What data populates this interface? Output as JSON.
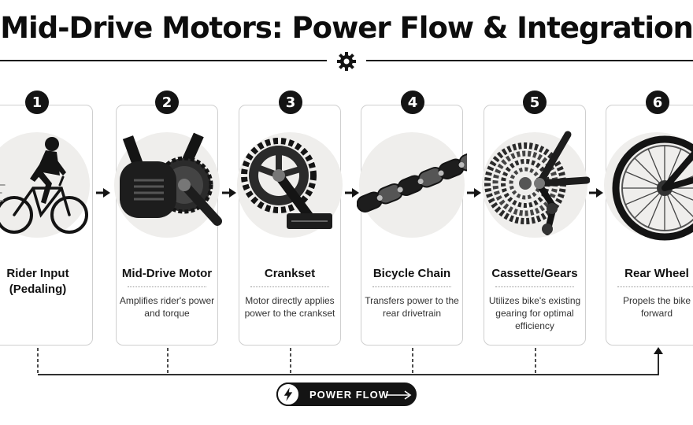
{
  "title": "Mid-Drive Motors: Power Flow & Integration",
  "steps": [
    {
      "number": "1",
      "title": "Rider Input (Pedaling)",
      "description": ""
    },
    {
      "number": "2",
      "title": "Mid-Drive Motor",
      "description": "Amplifies rider's power and torque"
    },
    {
      "number": "3",
      "title": "Crankset",
      "description": "Motor directly applies power to the crankset"
    },
    {
      "number": "4",
      "title": "Bicycle Chain",
      "description": "Transfers power to the rear drivetrain"
    },
    {
      "number": "5",
      "title": "Cassette/Gears",
      "description": "Utilizes bike's existing gearing for optimal efficiency"
    },
    {
      "number": "6",
      "title": "Rear Wheel",
      "description": "Propels the bike forward"
    }
  ],
  "flow_label": "POWER FLOW",
  "icons": {
    "header": "gear-icon",
    "flow": "lightning-bolt-icon",
    "connector": "arrow-right-icon"
  },
  "colors": {
    "ink": "#141414",
    "disc": "#efeeec",
    "card_border": "#cfcfcf"
  }
}
